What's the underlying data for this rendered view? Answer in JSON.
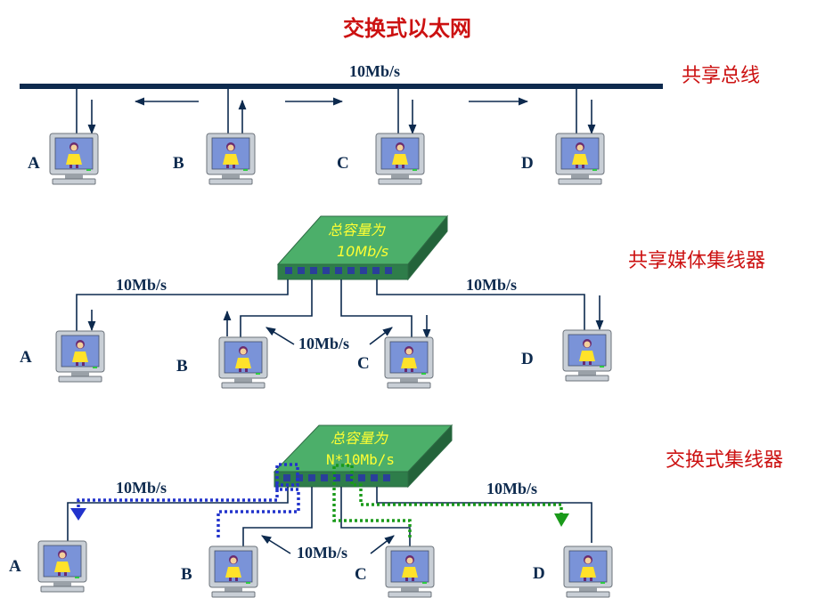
{
  "title": "交换式以太网",
  "sections": {
    "bus": {
      "label": "共享总线",
      "rate": "10Mb/s"
    },
    "hub": {
      "label": "共享媒体集线器",
      "capacity_line1": "总容量为",
      "capacity_line2": "10Mb/s",
      "rate_left": "10Mb/s",
      "rate_right": "10Mb/s",
      "rate_mid": "10Mb/s"
    },
    "switch": {
      "label": "交换式集线器",
      "capacity_line1": "总容量为",
      "capacity_line2": "N*10Mb/s",
      "rate_left": "10Mb/s",
      "rate_right": "10Mb/s",
      "rate_mid": "10Mb/s"
    }
  },
  "nodes": [
    "A",
    "B",
    "C",
    "D"
  ],
  "colors": {
    "title": "#cc1111",
    "line": "#0d2a4e",
    "hub_top": "#4caf6a",
    "hub_front": "#2e7d4a",
    "hub_text": "#ffff33",
    "port": "#2a3f9a",
    "path_blue": "#2233cc",
    "path_green": "#1a9a1a"
  },
  "icons": [
    "computer-icon",
    "arrow-icon",
    "hub-icon",
    "switch-icon"
  ]
}
